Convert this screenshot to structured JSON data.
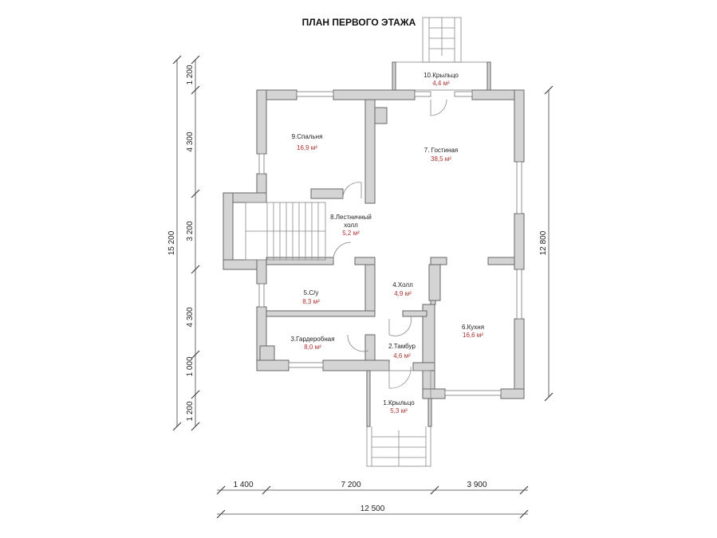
{
  "title": "ПЛАН ПЕРВОГО ЭТАЖА",
  "colors": {
    "area_text": "#b03030",
    "wall_fill": "#d4d4d4"
  },
  "rooms": [
    {
      "name": "1.Крыльцо",
      "area": "5,3 м²"
    },
    {
      "name": "2.Тамбур",
      "area": "4,6 м²"
    },
    {
      "name": "3.Гардеробная",
      "area": "8,0 м²"
    },
    {
      "name": "4.Холл",
      "area": "4,9 м²"
    },
    {
      "name": "5.С/у",
      "area": "8,3 м²"
    },
    {
      "name": "6.Кухня",
      "area": "16,6 м²"
    },
    {
      "name": "7. Гостиная",
      "area": "38,5 м²"
    },
    {
      "name": "8.Лестничный",
      "name2": "холл",
      "area": "5,2 м²"
    },
    {
      "name": "9.Спальня",
      "area": "16,9 м²"
    },
    {
      "name": "10.Крыльцо",
      "area": "4,4 м²"
    }
  ],
  "dimensions": {
    "left_total": "15 200",
    "left_segments": [
      "1 200",
      "4 300",
      "3 200",
      "4 300",
      "1 000",
      "1 200"
    ],
    "right_total": "12 800",
    "bottom_segments": [
      "1 400",
      "7 200",
      "3 900"
    ],
    "bottom_total": "12 500"
  }
}
